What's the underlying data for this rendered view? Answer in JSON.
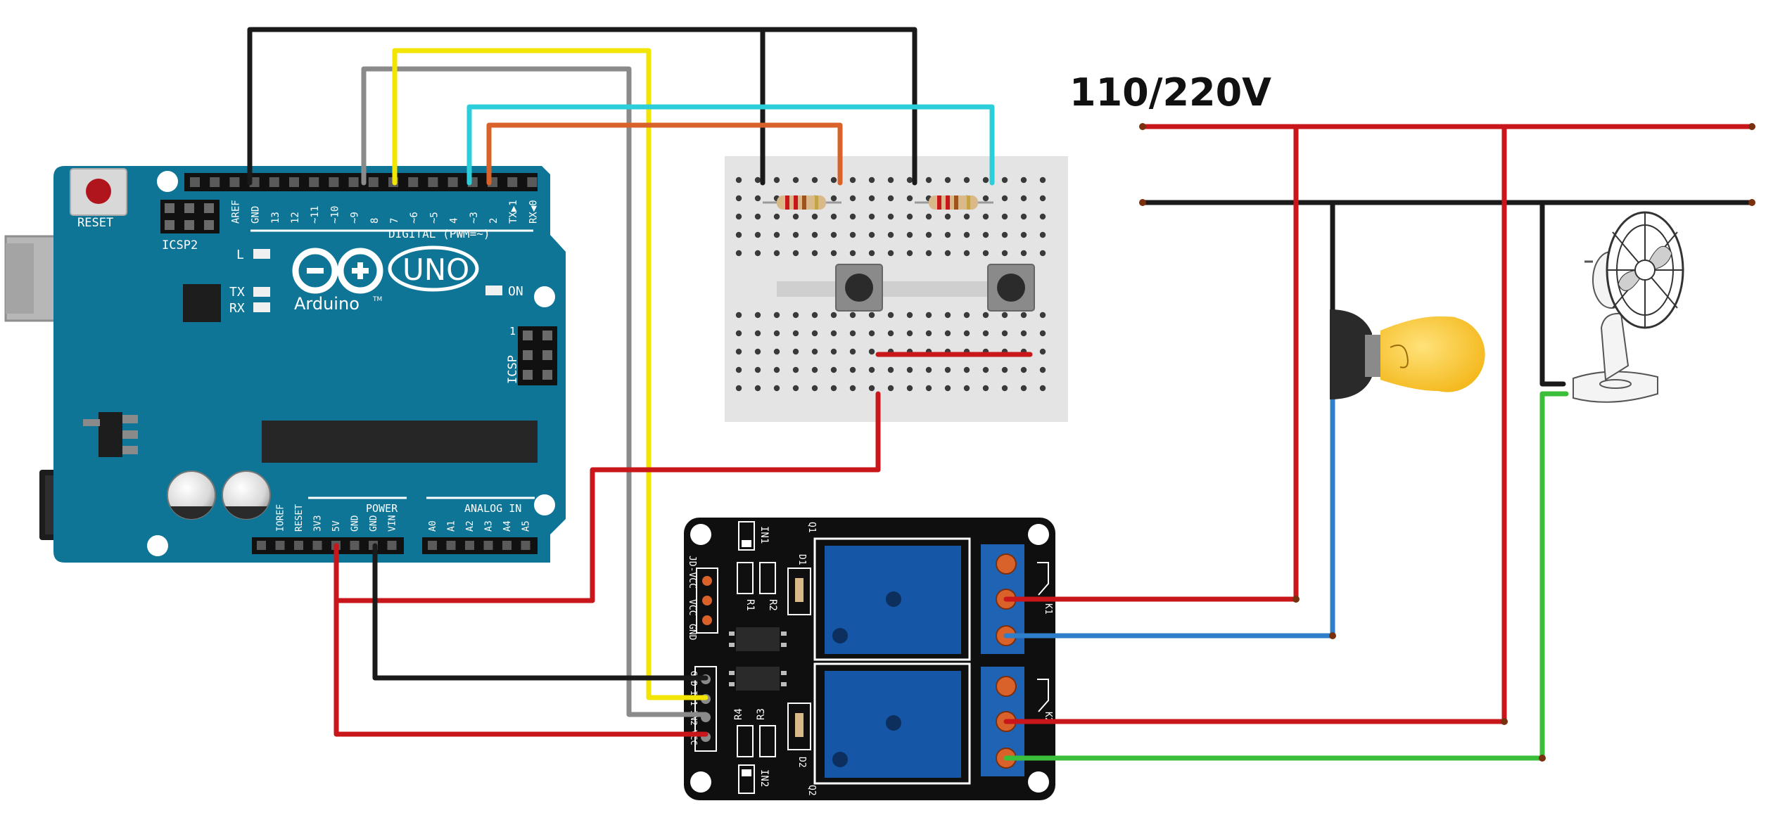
{
  "voltage_label": "110/220V",
  "arduino": {
    "reset": "RESET",
    "icsp2": "ICSP2",
    "icsp": "ICSP",
    "icsp_pin1": "1",
    "brand": "Arduino",
    "tm": "TM",
    "model": "UNO",
    "led_l": "L",
    "led_tx": "TX",
    "led_rx": "RX",
    "led_on": "ON",
    "digital_header": "DIGITAL (PWM=~)",
    "power_header": "POWER",
    "analog_header": "ANALOG IN",
    "digital_pins": [
      "AREF",
      "GND",
      "13",
      "12",
      "~11",
      "~10",
      "~9",
      "8",
      "7",
      "~6",
      "~5",
      "4",
      "~3",
      "2",
      "TX▶1",
      "RX◀0"
    ],
    "power_pins": [
      "IOREF",
      "RESET",
      "3V3",
      "5V",
      "GND",
      "GND",
      "VIN"
    ],
    "analog_pins": [
      "A0",
      "A1",
      "A2",
      "A3",
      "A4",
      "A5"
    ]
  },
  "relay": {
    "jd_row": [
      "JD-VCC",
      "VCC",
      "GND"
    ],
    "input_pins": [
      "GND",
      "IN1",
      "IN2",
      "VCC"
    ],
    "in1": "IN1",
    "in2": "IN2",
    "r1": "R1",
    "r2": "R2",
    "r3": "R3",
    "r4": "R4",
    "d1": "D1",
    "d2": "D2",
    "q1": "Q1",
    "q2": "Q2",
    "k1": "K1",
    "k2": "K2"
  },
  "wire_colors": {
    "black": "#1a1a1a",
    "gray": "#8a8a8a",
    "yellow": "#f2e600",
    "cyan": "#2ccfd9",
    "orange": "#d9622b",
    "red": "#c8161b",
    "blue": "#2f7ec9",
    "green": "#3bbf3a"
  },
  "board_color": "#0f7596",
  "loads": [
    "bulb-icon",
    "fan-icon"
  ]
}
